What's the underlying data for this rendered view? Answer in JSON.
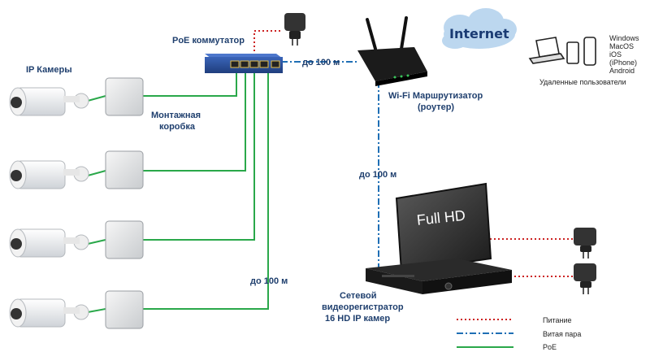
{
  "labels": {
    "ip_cameras": "IP Камеры",
    "poe_switch": "PoE коммутатор",
    "junction_box_line1": "Монтажная",
    "junction_box_line2": "коробка",
    "distance_switch_router": "до 100 м",
    "distance_router_nvr": "до 100 м",
    "distance_cameras": "до 100 м",
    "router_line1": "Wi-Fi Маршрутизатор",
    "router_line2": "(роутер)",
    "internet": "Internet",
    "remote_users": "Удаленные пользователи",
    "screen_text": "Full HD",
    "nvr_line1": "Сетевой",
    "nvr_line2": "видеорегистратор",
    "nvr_line3": "16 HD IP камер"
  },
  "os_list": [
    "Windows",
    "MacOS",
    "iOS (iPhone)",
    "Android"
  ],
  "legend": [
    {
      "label": "Питание",
      "style": "dotted",
      "color": "#cc2222"
    },
    {
      "label": "Витая пара",
      "style": "dashdot",
      "color": "#1f6fb5"
    },
    {
      "label": "PoE",
      "style": "solid",
      "color": "#2aa84a"
    }
  ],
  "colors": {
    "power": "#cc2222",
    "twisted_pair": "#1f6fb5",
    "poe": "#2aa84a",
    "switch": "#2a4f9a",
    "internet_cloud": "#bcd7ef"
  }
}
